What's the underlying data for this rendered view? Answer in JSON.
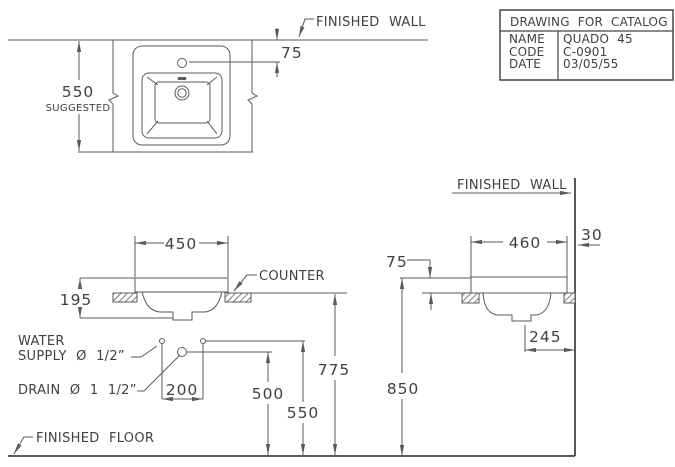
{
  "title_block": {
    "header": "DRAWING FOR CATALOG",
    "rows": [
      {
        "label": "NAME",
        "value": "QUADO 45"
      },
      {
        "label": "CODE",
        "value": "C-0901"
      },
      {
        "label": "DATE",
        "value": "03/05/55"
      }
    ]
  },
  "labels": {
    "finished_wall": "FINISHED WALL",
    "counter": "COUNTER",
    "water_line1": "WATER",
    "water_line2": "SUPPLY Ø 1/2”",
    "drain_label": "DRAIN Ø 1 1/2”",
    "finished_floor": "FINISHED FLOOR",
    "suggested": "SUGGESTED"
  },
  "dimensions": {
    "plan_suggested_height": "550",
    "plan_faucet_offset": "75",
    "front_sink_width": "450",
    "front_sink_depth": "195",
    "supply_spacing": "200",
    "drain_height": "500",
    "supply_height": "550",
    "counter_height": "775",
    "side_sink_depth": "460",
    "wall_gap": "30",
    "rim_above_counter": "75",
    "rim_height_from_floor": "850",
    "drain_offset_from_wall": "245"
  }
}
